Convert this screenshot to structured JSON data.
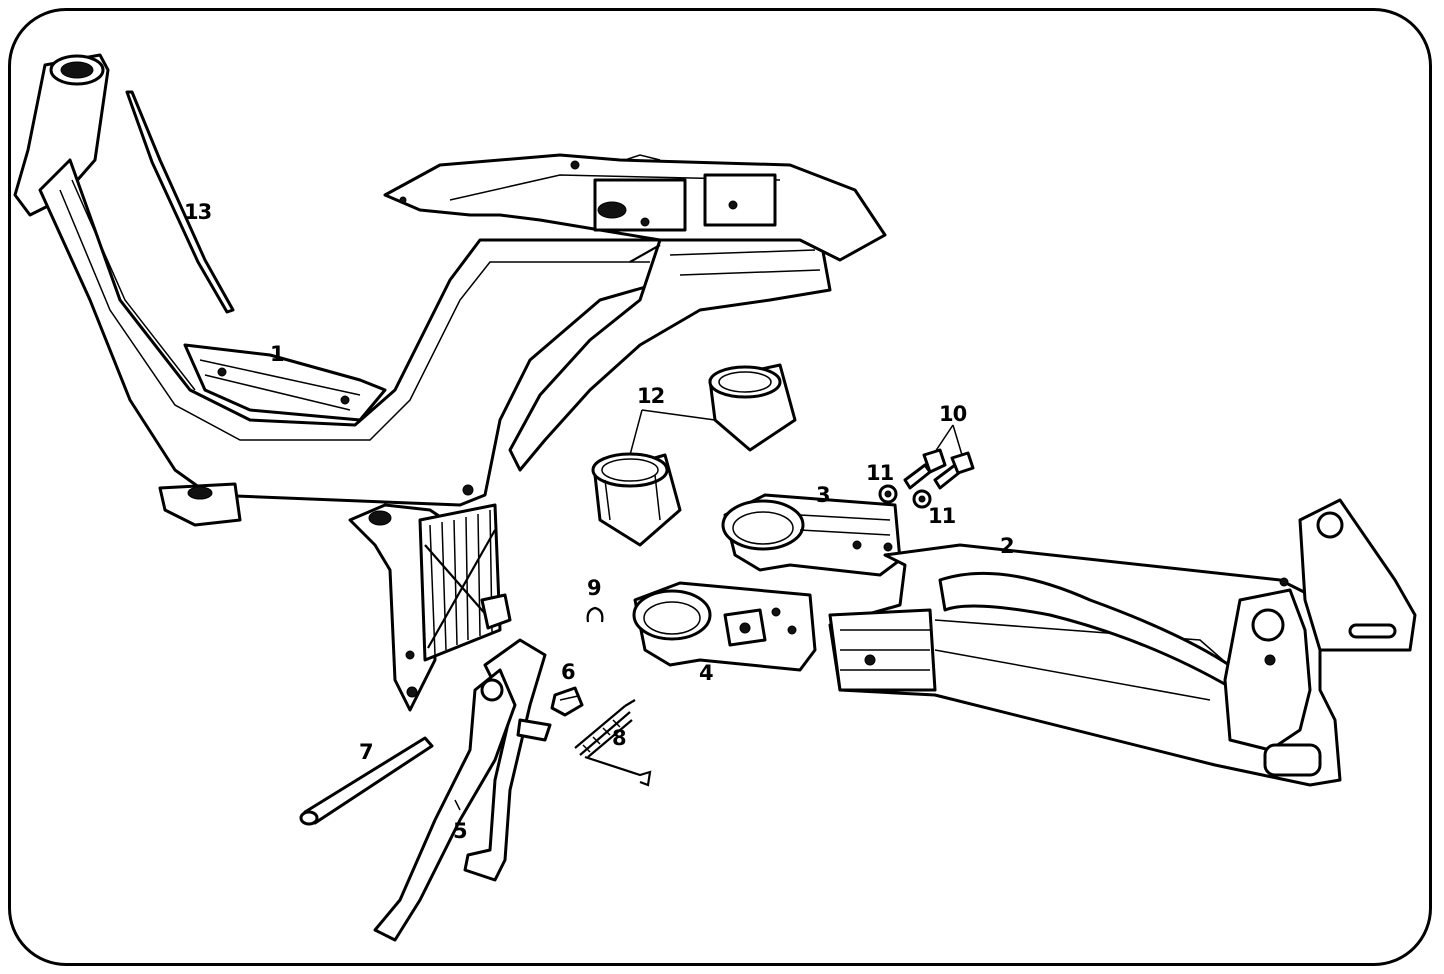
{
  "callouts": [
    {
      "id": "1",
      "text": "1"
    },
    {
      "id": "2",
      "text": "2"
    },
    {
      "id": "3",
      "text": "3"
    },
    {
      "id": "4",
      "text": "4"
    },
    {
      "id": "5",
      "text": "5"
    },
    {
      "id": "6",
      "text": "6"
    },
    {
      "id": "7",
      "text": "7"
    },
    {
      "id": "8",
      "text": "8"
    },
    {
      "id": "9",
      "text": "9"
    },
    {
      "id": "10",
      "text": "10"
    },
    {
      "id": "11a",
      "text": "11"
    },
    {
      "id": "11b",
      "text": "11"
    },
    {
      "id": "12",
      "text": "12"
    },
    {
      "id": "13",
      "text": "13"
    }
  ],
  "parts": [
    "main-frame",
    "swing-arm",
    "pivot-bracket-upper",
    "pivot-bracket-lower",
    "kickstand",
    "rubber-bumper",
    "stand-pin",
    "stand-spring",
    "circlip",
    "bolts",
    "nuts",
    "bearing-bushes",
    "trim-strip"
  ]
}
